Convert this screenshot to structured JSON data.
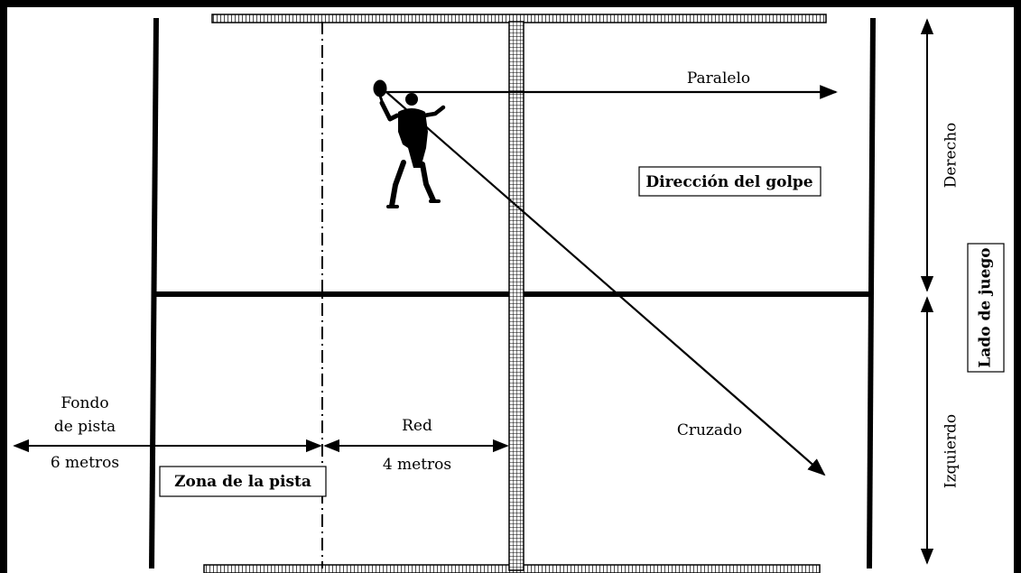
{
  "labels": {
    "paralelo": "Paralelo",
    "cruzado": "Cruzado",
    "direccion_golpe": "Dirección del golpe",
    "derecho": "Derecho",
    "izquierdo": "Izquierdo",
    "lado_de_juego": "Lado de juego",
    "fondo_line1": "Fondo",
    "fondo_line2": "de pista",
    "fondo_distance": "6 metros",
    "red": "Red",
    "red_distance": "4 metros",
    "zona_pista": "Zona de la pista"
  },
  "icons": {
    "player": "padel-player-silhouette-icon"
  },
  "colors": {
    "line": "#000000",
    "background": "#ffffff"
  }
}
